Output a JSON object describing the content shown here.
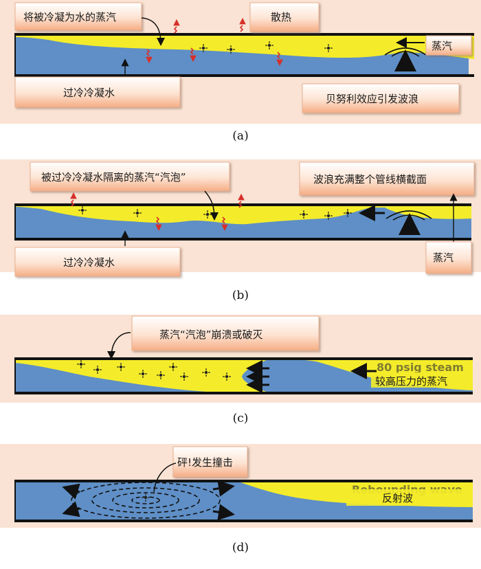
{
  "colors": {
    "panel_bg": "#fae3d4",
    "water": "#5f8fc6",
    "steam": "#f4ec2a",
    "pipe_wall": "#111111",
    "callout_fill_top": "#ffffff",
    "callout_fill_bottom": "#f6b48e",
    "heat_arrow": "#d6302a"
  },
  "panels": [
    {
      "caption": "(a)",
      "labels": {
        "condensed_steam": "将被冷凝为水的蒸汽",
        "heat": "散热",
        "steam": "蒸汽",
        "subcooled_water": "过冷冷凝水",
        "bernoulli_wave": "贝努利效应引发波浪"
      }
    },
    {
      "caption": "(b)",
      "labels": {
        "isolated_bubble": "被过冷冷凝水隔离的蒸汽“汽泡”",
        "wave_fills": "波浪充满整个管线横截面",
        "subcooled_water": "过冷冷凝水",
        "steam": "蒸汽"
      }
    },
    {
      "caption": "(c)",
      "labels": {
        "bubble_collapse": "蒸汽“汽泡”崩溃或破灭",
        "ghost_text": "80 psig steam",
        "higher_pressure": "较高压力的蒸汽"
      }
    },
    {
      "caption": "(d)",
      "labels": {
        "bang": "砰!发生撞击",
        "ghost_text": "Rebounding wave",
        "reflected_wave": "反射波"
      }
    }
  ],
  "icons": [
    "heat-arrow-icon",
    "steam-bubble-icon",
    "flow-arrow-icon",
    "wave-arc-icon",
    "shockwave-icon"
  ]
}
